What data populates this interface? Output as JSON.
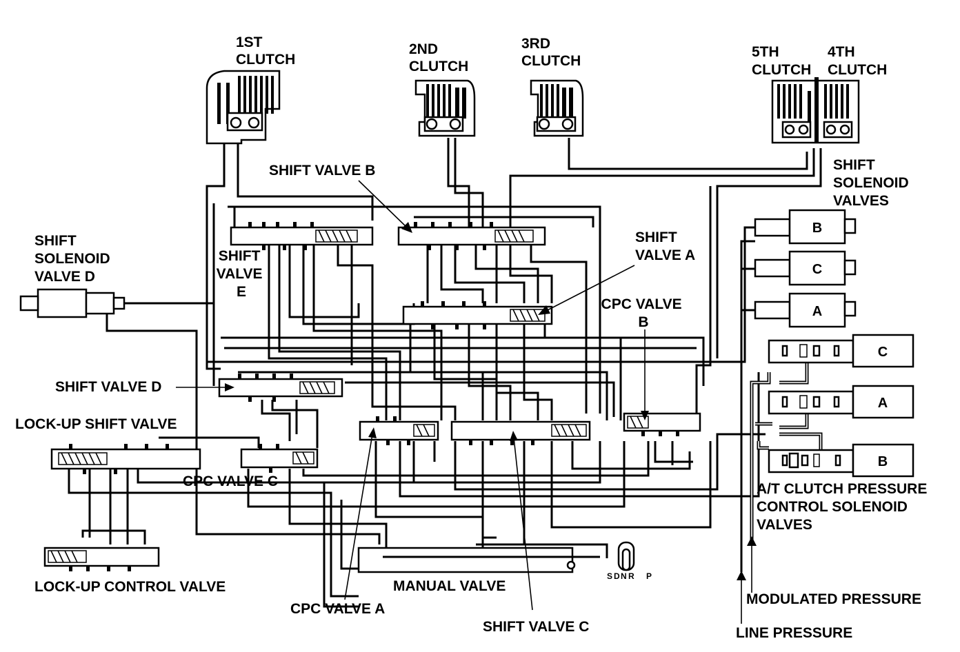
{
  "labels": {
    "clutch_1st": [
      "1ST",
      "CLUTCH"
    ],
    "clutch_2nd": [
      "2ND",
      "CLUTCH"
    ],
    "clutch_3rd": [
      "3RD",
      "CLUTCH"
    ],
    "clutch_5th": [
      "5TH",
      "CLUTCH"
    ],
    "clutch_4th": [
      "4TH",
      "CLUTCH"
    ],
    "shift_solenoid_valves": [
      "SHIFT",
      "SOLENOID",
      "VALVES"
    ],
    "shift_solenoid_valve_d": [
      "SHIFT",
      "SOLENOID",
      "VALVE D"
    ],
    "shift_valve_b": "SHIFT VALVE B",
    "shift_valve_a": [
      "SHIFT",
      "VALVE A"
    ],
    "shift_valve_e": [
      "SHIFT",
      "VALVE",
      "E"
    ],
    "cpc_valve_b": [
      "CPC VALVE",
      "B"
    ],
    "shift_valve_d": "SHIFT VALVE D",
    "lockup_shift_valve": "LOCK-UP SHIFT VALVE",
    "cpc_valve_c": "CPC VALVE C",
    "lockup_control_valve": "LOCK-UP CONTROL VALVE",
    "manual_valve": "MANUAL VALVE",
    "cpc_valve_a": "CPC VALVE A",
    "shift_valve_c": "SHIFT VALVE C",
    "at_clutch_pressure_control": [
      "A/T CLUTCH PRESSURE",
      "CONTROL SOLENOID",
      "VALVES"
    ],
    "modulated_pressure": "MODULATED PRESSURE",
    "line_pressure": "LINE PRESSURE",
    "manual_positions": [
      "S",
      "D",
      "N",
      "R",
      "P"
    ]
  },
  "solenoids": {
    "shift": [
      "B",
      "C",
      "A"
    ],
    "pressure_control": [
      "C",
      "A",
      "B"
    ]
  },
  "colors": {
    "ink": "#000000",
    "paper": "#ffffff"
  }
}
